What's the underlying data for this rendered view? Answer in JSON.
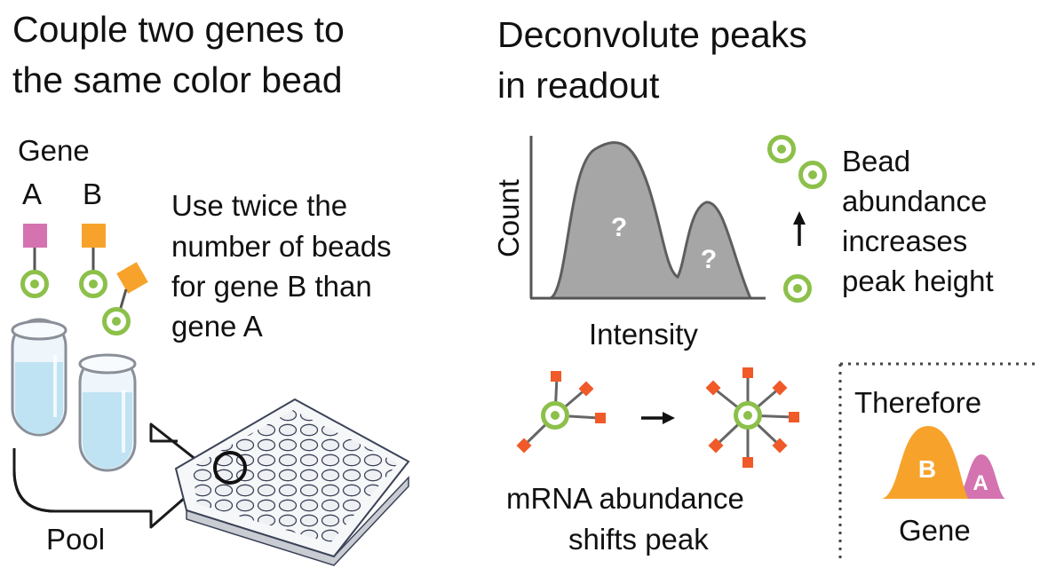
{
  "left_panel": {
    "title_line1": "Couple two genes to",
    "title_line2": "the same color bead",
    "gene_header": "Gene",
    "gene_a_label": "A",
    "gene_b_label": "B",
    "instruction": [
      "Use twice the",
      "number of beads",
      "for gene B than",
      "gene A"
    ],
    "pool_label": "Pool"
  },
  "right_panel": {
    "title_line1": "Deconvolute peaks",
    "title_line2": "in readout",
    "y_axis_label": "Count",
    "x_axis_label": "Intensity",
    "peak_mark_1": "?",
    "peak_mark_2": "?",
    "bead_note": [
      "Bead",
      "abundance",
      "increases",
      "peak height"
    ],
    "mrna_note": [
      "mRNA abundance",
      "shifts peak"
    ]
  },
  "conclusion": {
    "header": "Therefore",
    "peak_b_label": "B",
    "peak_a_label": "A",
    "axis_label": "Gene"
  },
  "colors": {
    "gene_a": "#d473b0",
    "gene_b": "#f7a32b",
    "bead_ring": "#8cc04a",
    "mrna_marker": "#f05a28",
    "peak_fill": "#a6a6a6",
    "tube_liquid": "#bfe3f2"
  },
  "icons": [
    "bead-icon",
    "gene-a-square-icon",
    "gene-b-square-icon",
    "tube-icon",
    "well-plate-icon",
    "pool-arrow-icon",
    "up-arrow-icon",
    "right-arrow-icon"
  ]
}
